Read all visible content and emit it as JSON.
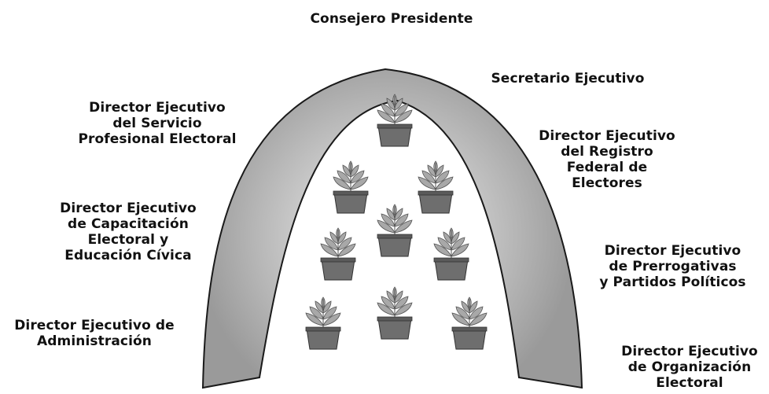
{
  "labels": {
    "presidente": [
      "Consejero Presidente"
    ],
    "secretario": [
      "Secretario Ejecutivo"
    ],
    "servicio_profesional": [
      "Director Ejecutivo",
      "del Servicio",
      "Profesional Electoral"
    ],
    "registro_federal": [
      "Director Ejecutivo",
      "del Registro",
      "Federal de",
      "Electores"
    ],
    "capacitacion": [
      "Director Ejecutivo",
      "de Capacitación",
      "Electoral y",
      "Educación Cívica"
    ],
    "prerrogativas": [
      "Director Ejecutivo",
      "de Prerrogativas",
      "y Partidos Políticos"
    ],
    "administracion": [
      "Director Ejecutivo de",
      "Administración"
    ],
    "organizacion": [
      "Director Ejecutivo",
      "de Organización",
      "Electoral"
    ]
  },
  "arch": {
    "fill_light": "#f4f4f4",
    "fill_dark": "#9a9a9a",
    "stroke": "#1a1a1a"
  },
  "plants": {
    "count": 9,
    "pot_color": "#6e6e6e",
    "leaf_color": "#a8a8a8"
  }
}
